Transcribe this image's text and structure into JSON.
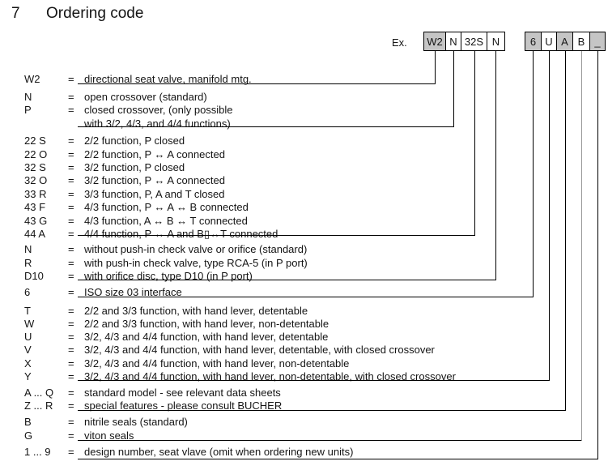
{
  "title": {
    "number": "7",
    "text": "Ordering code"
  },
  "example": {
    "label": "Ex.",
    "groups": [
      {
        "boxes": [
          {
            "code": "W2",
            "shaded": true
          },
          {
            "code": "N",
            "shaded": false
          },
          {
            "code": "32S",
            "shaded": false
          },
          {
            "code": "N",
            "shaded": false
          }
        ]
      },
      {
        "boxes": [
          {
            "code": "6",
            "shaded": true
          },
          {
            "code": "U",
            "shaded": false
          },
          {
            "code": "A",
            "shaded": true
          },
          {
            "code": "B",
            "shaded": false
          },
          {
            "code": "_",
            "shaded": true
          }
        ]
      }
    ]
  },
  "equals_sign": "=",
  "sections": [
    {
      "connects_to": "W2",
      "rows": [
        {
          "code": "W2",
          "lines": [
            "directional seat valve, manifold mtg."
          ]
        }
      ]
    },
    {
      "connects_to": "N (2nd position)",
      "rows": [
        {
          "code": "N",
          "lines": [
            "open crossover (standard)"
          ]
        },
        {
          "code": "P",
          "lines": [
            "closed crossover, (only possible",
            "with 3/2, 4/3, and 4/4 functions)"
          ]
        }
      ]
    },
    {
      "connects_to": "32S",
      "rows": [
        {
          "code": "22 S",
          "lines": [
            "2/2 function, P closed"
          ]
        },
        {
          "code": "22 O",
          "lines": [
            "2/2 function, P ↔ A connected"
          ]
        },
        {
          "code": "32 S",
          "lines": [
            "3/2 function, P closed"
          ]
        },
        {
          "code": "32 O",
          "lines": [
            "3/2 function, P ↔ A connected"
          ]
        },
        {
          "code": "33 R",
          "lines": [
            "3/3 function, P, A and T closed"
          ]
        },
        {
          "code": "43 F",
          "lines": [
            "4/3 function, P ↔ A ↔ B connected"
          ]
        },
        {
          "code": "43 G",
          "lines": [
            "4/3 function, A ↔ B ↔ T connected"
          ]
        },
        {
          "code": "44 A",
          "lines": [
            "4/4 function, P ↔ A and B▯↔T connected"
          ]
        }
      ]
    },
    {
      "connects_to": "N (4th position)",
      "rows": [
        {
          "code": "N",
          "lines": [
            "without push-in check valve or orifice (standard)"
          ]
        },
        {
          "code": "R",
          "lines": [
            "with push-in check valve, type RCA-5 (in P port)"
          ]
        },
        {
          "code": "D10",
          "lines": [
            "with orifice disc, type D10 (in P port)"
          ]
        }
      ]
    },
    {
      "connects_to": "6",
      "rows": [
        {
          "code": "6",
          "lines": [
            "ISO size 03 interface"
          ]
        }
      ]
    },
    {
      "connects_to": "U",
      "rows": [
        {
          "code": "T",
          "lines": [
            "2/2 and 3/3 function, with hand lever, detentable"
          ]
        },
        {
          "code": "W",
          "lines": [
            "2/2 and 3/3 function, with hand lever, non-detentable"
          ]
        },
        {
          "code": "U",
          "lines": [
            "3/2, 4/3 and 4/4 function, with hand lever, detentable"
          ]
        },
        {
          "code": "V",
          "lines": [
            "3/2, 4/3 and 4/4 function, with hand lever, detentable, with closed crossover"
          ]
        },
        {
          "code": "X",
          "lines": [
            "3/2, 4/3 and 4/4 function, with hand lever, non-detentable"
          ]
        },
        {
          "code": "Y",
          "lines": [
            "3/2, 4/3 and 4/4 function, with hand lever, non-detentable, with closed crossover"
          ]
        }
      ]
    },
    {
      "connects_to": "A",
      "rows": [
        {
          "code": "A ... Q",
          "lines": [
            "standard model - see relevant data sheets"
          ]
        },
        {
          "code": "Z ... R",
          "lines": [
            "special features - please consult BUCHER"
          ]
        }
      ]
    },
    {
      "connects_to": "B",
      "rows": [
        {
          "code": "B",
          "lines": [
            "nitrile seals (standard)"
          ]
        },
        {
          "code": "G",
          "lines": [
            "viton seals"
          ]
        }
      ]
    },
    {
      "connects_to": "_",
      "rows": [
        {
          "code": "1 ... 9",
          "lines": [
            "design number, seat vlave (omit when ordering new units)"
          ]
        }
      ]
    }
  ],
  "colors": {
    "shaded_box": "#c5c5c5",
    "box_border": "#000000",
    "line": "#000000",
    "b_connector_line": "#979797",
    "text": "#141414"
  }
}
